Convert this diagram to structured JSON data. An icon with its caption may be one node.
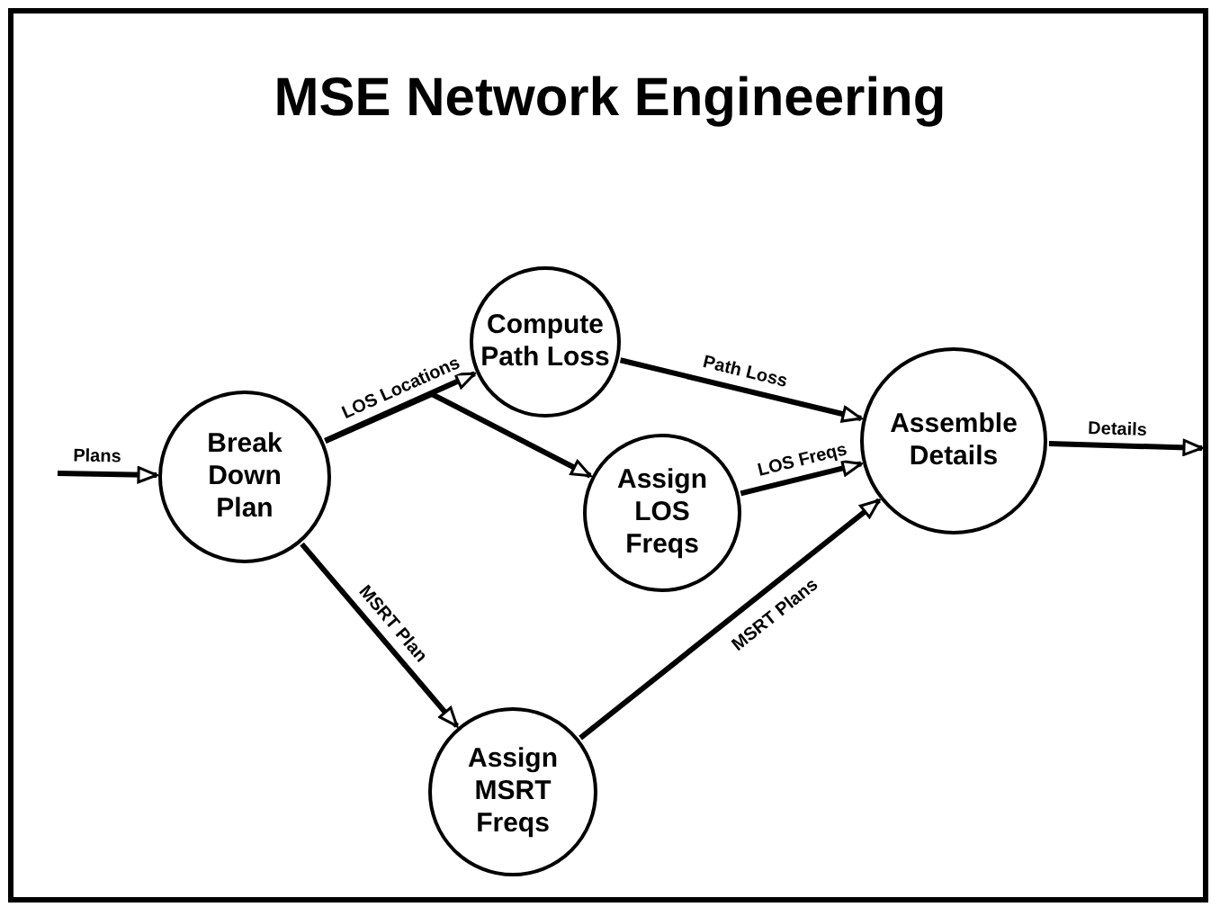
{
  "diagram": {
    "title": "MSE Network Engineering",
    "nodes": [
      {
        "text": [
          "Break Down Plan"
        ]
      },
      {
        "text": [
          "Compute Path Loss"
        ]
      },
      {
        "text": [
          "Assign LOS Freqs"
        ]
      },
      {
        "text": [
          "Assemble Details"
        ]
      },
      {
        "text": [
          "Assign MSRT Freqs"
        ]
      }
    ],
    "edges": [
      {
        "from": null,
        "to": 0,
        "arrow": "to",
        "label": "Plans"
      },
      {
        "from": 0,
        "to": 1,
        "arrow": "to",
        "label": "LOS Locations"
      },
      {
        "from": 0,
        "to": 2,
        "arrow": "to"
      },
      {
        "from": 1,
        "to": 3,
        "arrow": "to",
        "label": "Path Loss"
      },
      {
        "from": 2,
        "to": 3,
        "arrow": "to",
        "label": "LOS Freqs"
      },
      {
        "from": 0,
        "to": 4,
        "arrow": "to",
        "label": "MSRT Plan"
      },
      {
        "from": 4,
        "to": 3,
        "arrow": "to",
        "label": "MSRT Plans"
      },
      {
        "from": 3,
        "to": null,
        "arrow": "to",
        "label": "Details"
      }
    ]
  }
}
